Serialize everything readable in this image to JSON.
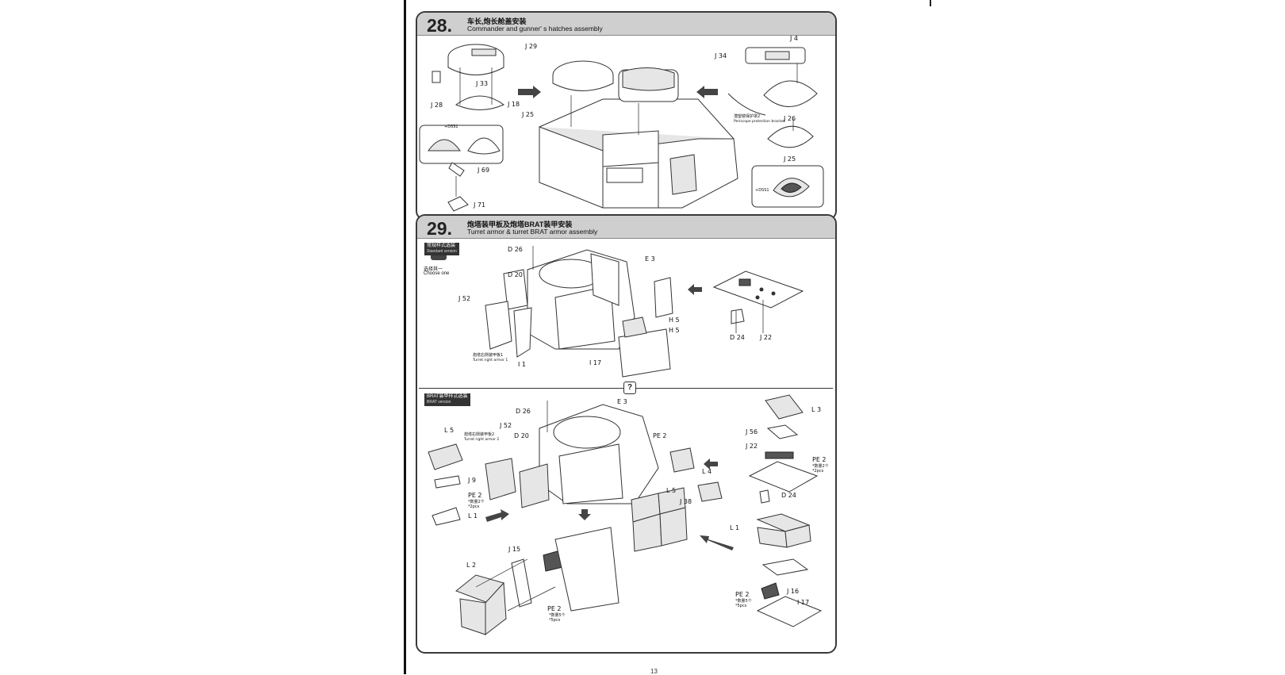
{
  "page": {
    "number": "13"
  },
  "steps": [
    {
      "number": "28.",
      "title_cn": "车长,炮长舱盖安装",
      "title_en": "Commander and gunner' s hatches assembly",
      "callouts": [
        "J 29",
        "J 33",
        "J 28",
        "J 18",
        "J 25",
        "J 69",
        "J 71",
        "J 34",
        "J 4",
        "J 26",
        "J 25"
      ],
      "notes": [
        "潜望镜保护罩2",
        "Periscope protection bracket"
      ],
      "tags": [
        "+DSS1",
        "+DSS1"
      ]
    },
    {
      "number": "29.",
      "title_cn": "炮塔装甲板及炮塔BRAT装甲安装",
      "title_en": "Turret armor & turret BRAT armor assembly",
      "choose_icon": "?",
      "choose_cn": "选择其一",
      "choose_en": "Choose one",
      "standard": {
        "label_cn": "常规样式选装",
        "label_en": "Standard version",
        "callouts": [
          "D 26",
          "D 20",
          "J 52",
          "E 3",
          "H 5",
          "H 5",
          "I 17",
          "I 1",
          "D 24",
          "J 22"
        ],
        "note_cn": "炮塔右侧装甲板1",
        "note_en": "Turret right armor 1"
      },
      "brat": {
        "label_cn": "BRAT装甲样式选装",
        "label_en": "BRAT version",
        "callouts": [
          "D 26",
          "E 3",
          "L 5",
          "J 52",
          "D 20",
          "J 9",
          "PE 2",
          "L 1",
          "PE 2",
          "L 4",
          "J 38",
          "L 5",
          "L 3",
          "J 56",
          "J 22",
          "PE 2",
          "D 24",
          "L 1",
          "L 2",
          "J 15",
          "PE 2",
          "J 16",
          "PE 2",
          "I 17"
        ],
        "note_cn": "炮塔右侧装甲板2",
        "note_en": "Turret right armor 2",
        "qty_notes": [
          "*数量2个",
          "*2pcs",
          "*数量2个",
          "*2pcs",
          "*数量5个",
          "*5pcs",
          "*数量5个",
          "*5pcs"
        ]
      }
    }
  ]
}
